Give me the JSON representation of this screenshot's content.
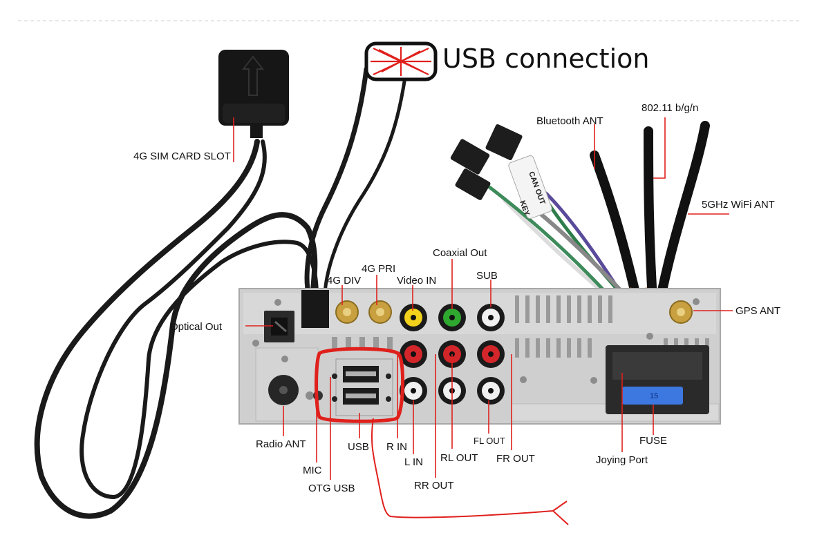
{
  "header": {
    "title": "USB connection"
  },
  "labels": {
    "sim_slot": "4G SIM CARD SLOT",
    "bluetooth_ant": "Bluetooth ANT",
    "wifi_bgn": "802.11 b/g/n",
    "wifi_5ghz": "5GHz WiFi ANT",
    "coaxial_out": "Coaxial Out",
    "pri_4g": "4G PRI",
    "div_4g": "4G DIV",
    "video_in": "Video IN",
    "sub": "SUB",
    "gps_ant": "GPS ANT",
    "optical_out": "Optical Out",
    "radio_ant": "Radio ANT",
    "mic": "MIC",
    "otg_usb": "OTG USB",
    "usb": "USB",
    "r_in": "R IN",
    "l_in": "L IN",
    "rr_out": "RR OUT",
    "rl_out": "RL OUT",
    "fl_out": "FL OUT",
    "fr_out": "FR OUT",
    "joying_port": "Joying Port",
    "fuse": "FUSE"
  },
  "cable_tags": {
    "can": "CAN OUT",
    "key": "KEY"
  },
  "fuse_value": "15",
  "colors": {
    "callout_line": "#e0201c",
    "highlight": "#e0201c",
    "chassis": "#cfcfcf",
    "cable": "#1a1a1a",
    "gold": "#c8a040",
    "rca_yellow": "#f2d21a",
    "rca_green": "#2fa82f",
    "rca_red": "#d3262a",
    "rca_white": "#f0f0f0",
    "fuse_blue": "#3c78e0"
  }
}
